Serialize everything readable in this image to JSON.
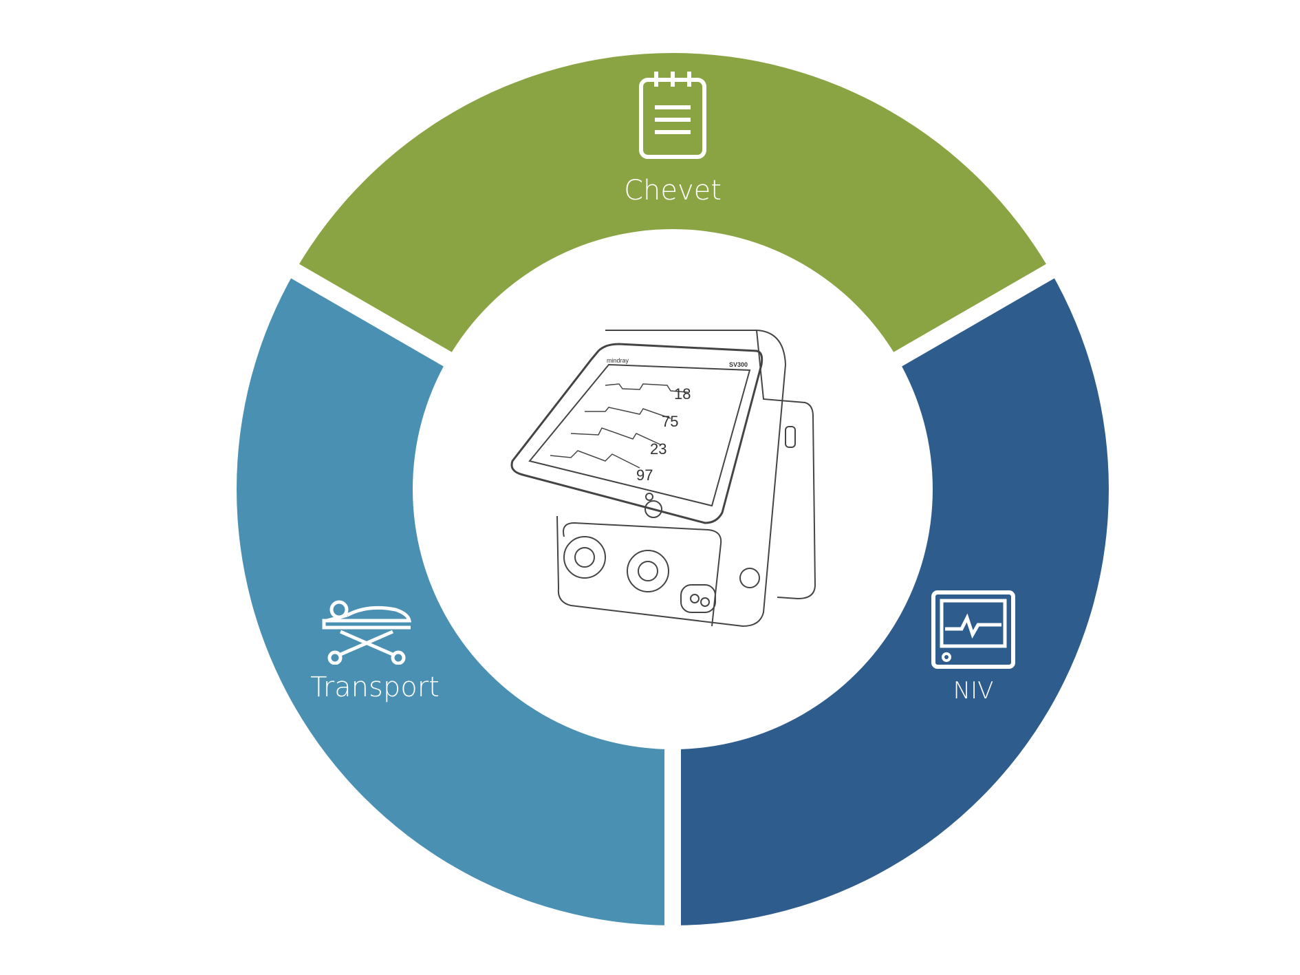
{
  "diagram": {
    "segments": [
      {
        "name": "Chevet",
        "icon": "clipboard-icon",
        "color": "#8BA443"
      },
      {
        "name": "NIV",
        "icon": "monitor-icon",
        "color": "#2E5C8C"
      },
      {
        "name": "Transport",
        "icon": "stretcher-icon",
        "color": "#4A90B3"
      }
    ],
    "center": {
      "image": "ventilator-illustration",
      "brand": "mindray",
      "model": "SV300",
      "readings": [
        "18",
        "75",
        "23",
        "97"
      ]
    }
  }
}
